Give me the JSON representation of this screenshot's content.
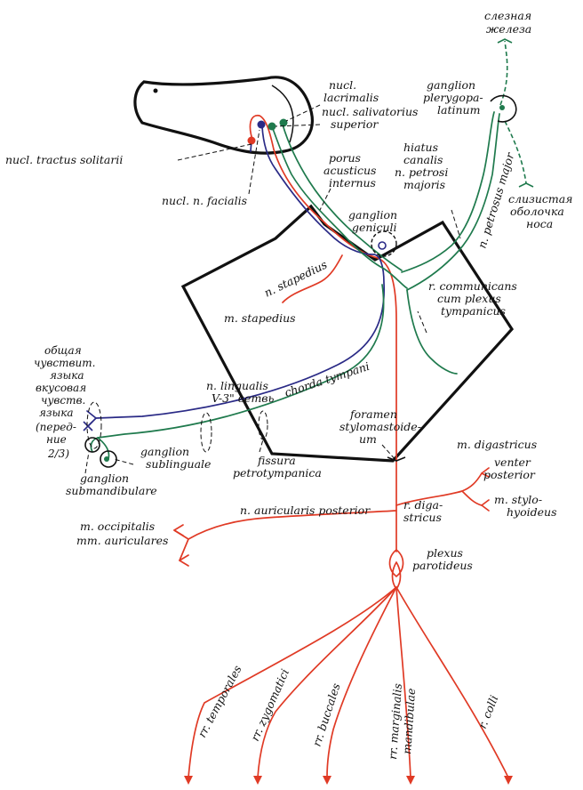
{
  "labels": {
    "slez_1": "слезная",
    "slez_2": "железа",
    "gpp_1": "ganglion",
    "gpp_2": "plerygopa-",
    "gpp_3": "latinum",
    "nucl_lacr_1": "nucl.",
    "nucl_lacr_2": "lacrimalis",
    "nucl_sal_1": "nucl. salivatorius",
    "nucl_sal_2": "superior",
    "tractus": "nucl. tractus solitarii",
    "hiatus_1": "hiatus",
    "hiatus_2": "canalis",
    "hiatus_3": "n. petrosi",
    "hiatus_4": "majoris",
    "petrosus": "n. petrosus major",
    "mucosa_1": "слизистая",
    "mucosa_2": "оболочка",
    "mucosa_3": "носа",
    "porus_1": "porus",
    "porus_2": "acusticus",
    "porus_3": "internus",
    "facialis_nucl": "nucl. n. facialis",
    "geniculi_1": "ganglion",
    "geniculi_2": "geniculi",
    "n_stapedius": "n. stapedius",
    "m_stapedius": "m. stapedius",
    "comm_1": "r. communicans",
    "comm_2": "cum plexus",
    "comm_3": "tympanicus",
    "sens_1": "общая",
    "sens_2": "чувствит.",
    "sens_3": "языка",
    "sens_4": "вкусовая",
    "sens_5": "чувств.",
    "sens_6": "языка",
    "sens_7": "(перед-",
    "sens_8": "ние",
    "sens_9": "2/3)",
    "lingualis_1": "n. lingualis",
    "lingualis_2": "V-3\" ветвь",
    "chorda": "chorda tympani",
    "foramen_1": "foramen",
    "foramen_2": "stylomastoide-",
    "foramen_3": "um",
    "digastricus": "m. digastricus",
    "venter_1": "venter",
    "venter_2": "posterior",
    "stylohyoid_1": "m. stylo-",
    "stylohyoid_2": "hyoideus",
    "sublingual_1": "ganglion",
    "sublingual_2": "sublinguale",
    "submand_1": "ganglion",
    "submand_2": "submandibulare",
    "fissura_1": "fissura",
    "fissura_2": "petrotympanica",
    "auric_post": "n. auricularis posterior",
    "r_digastr_1": "r. diga-",
    "r_digastr_2": "stricus",
    "occip_1": "m. occipitalis",
    "occip_2": "mm. auriculares",
    "plexus_1": "plexus",
    "plexus_2": "parotideus",
    "temporales": "rr. temporales",
    "zygomatici": "rr. zygomatici",
    "buccales": "rr. buccales",
    "marginalis_1": "rr. marginalis",
    "marginalis_2": "mandibulae",
    "colli": "r. colli"
  },
  "colors": {
    "motor": "#e03a25",
    "parasympathetic": "#1f7a4d",
    "taste": "#2a2a86",
    "outline": "#111111"
  }
}
